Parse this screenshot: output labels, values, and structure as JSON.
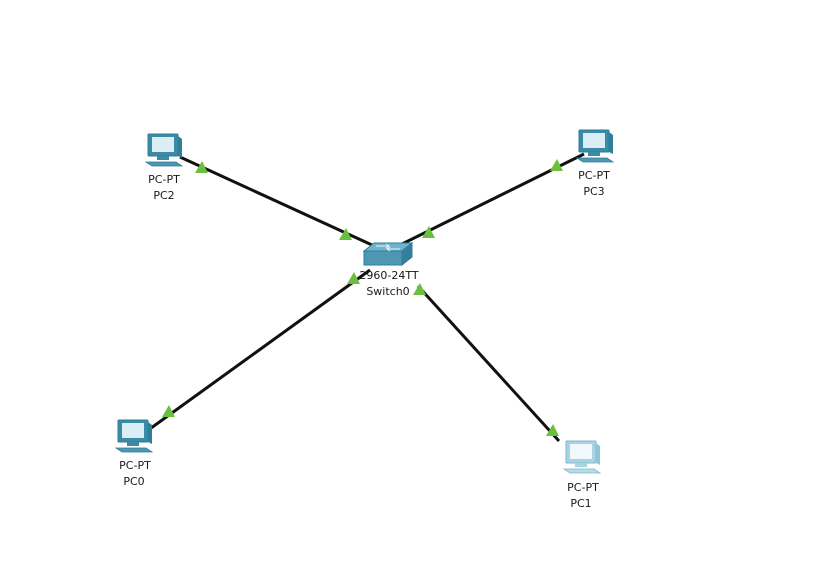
{
  "switch": {
    "model": "2960-24TT",
    "name": "Switch0"
  },
  "pcs": {
    "pc0": {
      "model": "PC-PT",
      "name": "PC0"
    },
    "pc1": {
      "model": "PC-PT",
      "name": "PC1"
    },
    "pc2": {
      "model": "PC-PT",
      "name": "PC2"
    },
    "pc3": {
      "model": "PC-PT",
      "name": "PC3"
    }
  },
  "links": [
    {
      "from": "PC2",
      "to": "Switch0",
      "status": "up"
    },
    {
      "from": "PC3",
      "to": "Switch0",
      "status": "up"
    },
    {
      "from": "PC0",
      "to": "Switch0",
      "status": "up"
    },
    {
      "from": "PC1",
      "to": "Switch0",
      "status": "up"
    }
  ],
  "colors": {
    "link": "#111111",
    "link_up": "#6abf3f",
    "device_frame": "#2e7f9a",
    "device_screen": "#dceef5",
    "device_selected": "#a9d3e2",
    "switch_body": "#4d97b3"
  }
}
